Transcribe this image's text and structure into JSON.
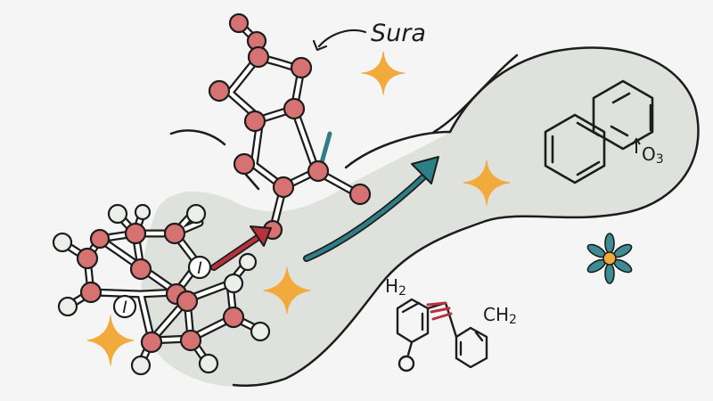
{
  "labels": {
    "sura": "Sura",
    "o3_o": "O",
    "o3_sub": "3",
    "h2_h": "H",
    "h2_sub": "2",
    "ch2_ch": "CH",
    "ch2_sub": "2",
    "iodine": "I"
  },
  "colors": {
    "background": "#f5f5f5",
    "blob": "#dfe1dc",
    "outline": "#1d1d1d",
    "atom": "#d77272",
    "atom_light": "#eceeea",
    "bond": "#ffffff",
    "red_arrow": "#b8323c",
    "teal_arrow": "#2d7f86",
    "sparkle": "#f2aa3c",
    "flower_petal": "#3d8c93",
    "flower_center": "#f2aa3c"
  },
  "icons": [
    "sparkle-icon",
    "flower-icon",
    "curved-arrow-icon"
  ]
}
